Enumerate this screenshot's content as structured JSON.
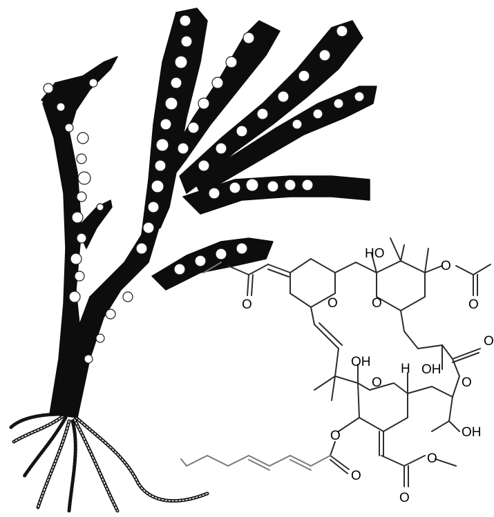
{
  "figure": {
    "illustration_icon": "bryozoan-colony-illustration-icon",
    "structure_icon": "bryostatin-chemical-structure-icon",
    "atom_labels": {
      "ho_top": "HO",
      "o_ring_left": "O",
      "o_ring_right": "O",
      "o_carbonyl_left": "O",
      "o_acetate_ester": "O",
      "o_acetate_carbonyl": "O",
      "o_lactone": "O",
      "o_lactone_ring": "O",
      "oh_mid": "OH",
      "oh_lower": "OH",
      "o_ring_bottom": "O",
      "h_stereo": "H",
      "o_chain_ester": "O",
      "o_chain_carbonyl": "O",
      "o_ester_bottom": "O",
      "o_carbonyl_bottom": "O",
      "oh_right": "OH"
    }
  }
}
